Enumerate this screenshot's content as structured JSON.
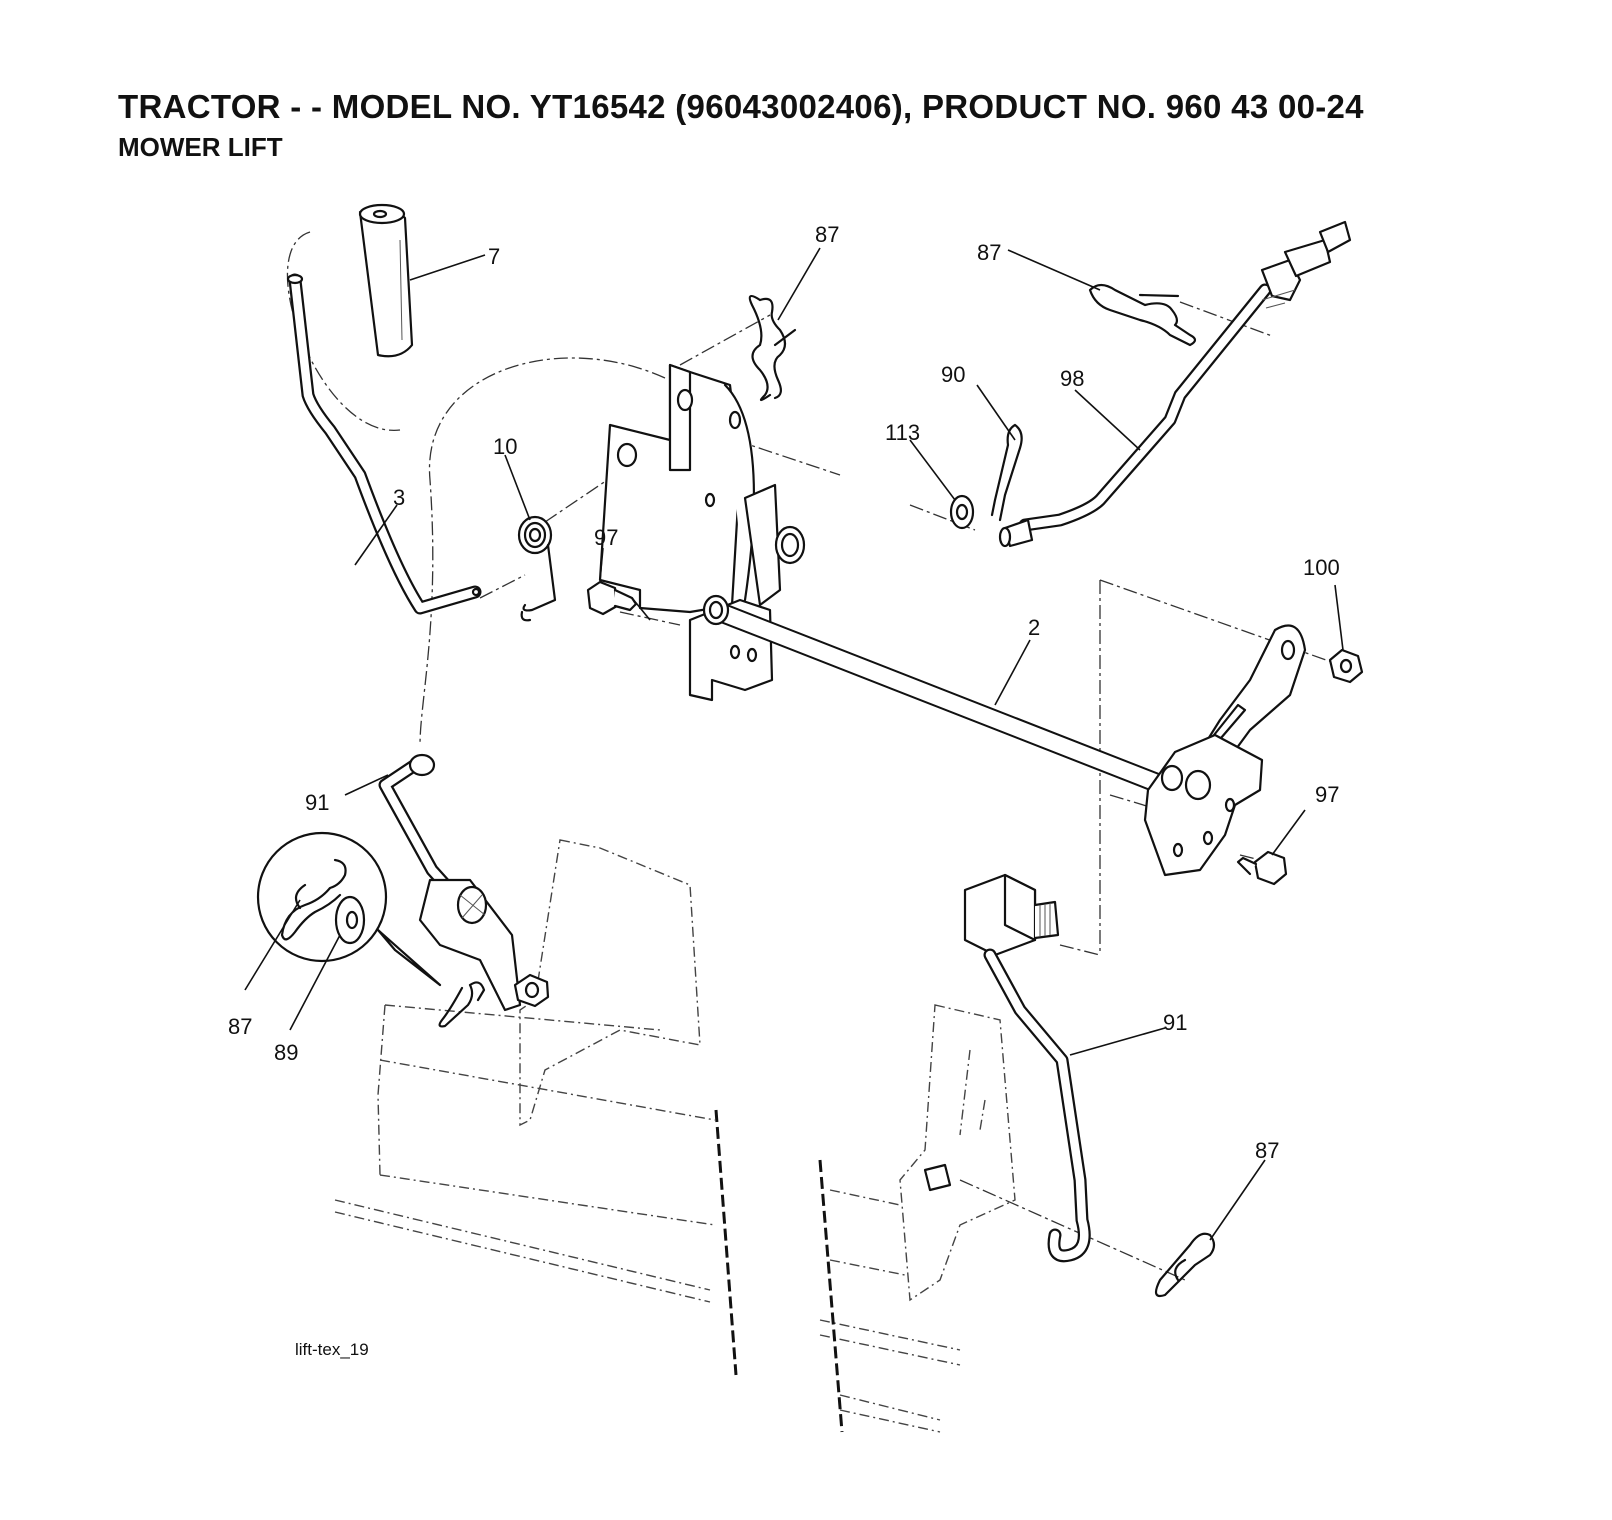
{
  "header": {
    "title": "TRACTOR - - MODEL NO. YT16542 (96043002406), PRODUCT NO. 960 43 00-24",
    "subtitle": "MOWER LIFT"
  },
  "callouts": {
    "c7": "7",
    "c87a": "87",
    "c87b": "87",
    "c90": "90",
    "c98": "98",
    "c113": "113",
    "c10": "10",
    "c3": "3",
    "c97a": "97",
    "c2": "2",
    "c100": "100",
    "c91a": "91",
    "c97b": "97",
    "c87c": "87",
    "c89": "89",
    "c91b": "91",
    "c87d": "87"
  },
  "footer": {
    "reference": "lift-tex_19"
  }
}
